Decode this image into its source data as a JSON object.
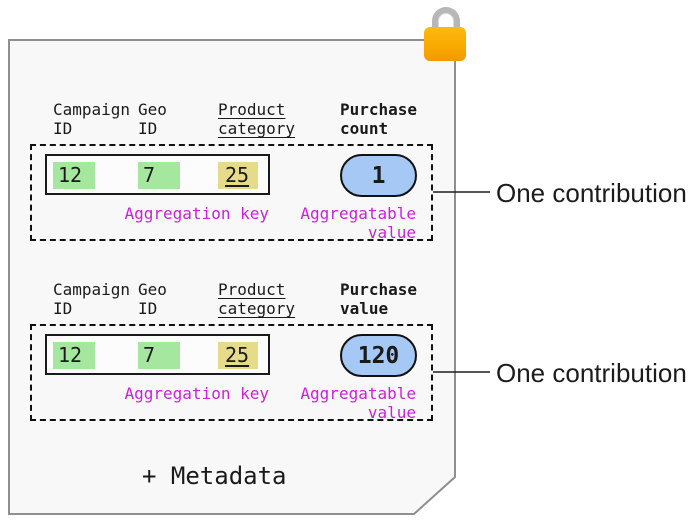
{
  "diagram": {
    "description": "aggregatable-report",
    "lock_icon": "padlock",
    "metadata_label": "+ Metadata",
    "colors": {
      "page_fill": "#f8f8f8",
      "page_border": "#8f8f8f",
      "cell_green": "#a6e7a0",
      "cell_khaki": "#e6db89",
      "pill_blue": "#a5c8f5",
      "label_magenta": "#cb20dc",
      "lock_orange": "#f9ab00"
    },
    "blocks": [
      {
        "columns": [
          {
            "label": "Campaign\nID"
          },
          {
            "label": "Geo\nID"
          },
          {
            "label": "Product\ncategory",
            "underlined": true
          }
        ],
        "measure_label": "Purchase\ncount",
        "key_cells": [
          "12",
          "7",
          "25"
        ],
        "aggregatable_value": "1",
        "aggregation_key_label": "Aggregation key",
        "aggregatable_value_label": "Aggregatable\nvalue",
        "callout": "One contribution"
      },
      {
        "columns": [
          {
            "label": "Campaign\nID"
          },
          {
            "label": "Geo\nID"
          },
          {
            "label": "Product\ncategory",
            "underlined": true
          }
        ],
        "measure_label": "Purchase\nvalue",
        "key_cells": [
          "12",
          "7",
          "25"
        ],
        "aggregatable_value": "120",
        "aggregation_key_label": "Aggregation key",
        "aggregatable_value_label": "Aggregatable\nvalue",
        "callout": "One contribution"
      }
    ]
  }
}
